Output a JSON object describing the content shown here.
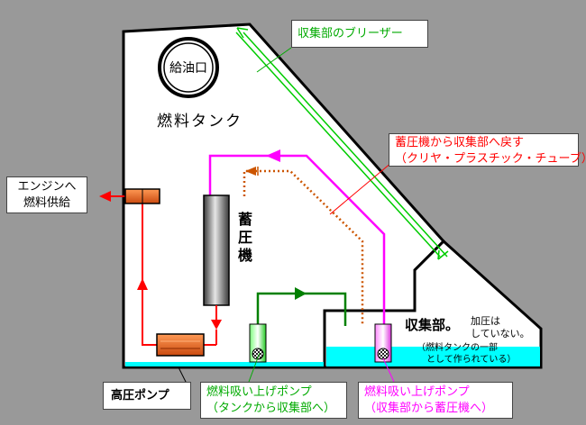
{
  "colors": {
    "background": "#999999",
    "tank_fill": "#ffffff",
    "tank_outline": "#000000",
    "fuel_level": "#00ffff",
    "supply_pipe": "#ff0000",
    "pump_pipe": "#008000",
    "return_pipe": "#ff00ff",
    "breather_pipe": "#00cc00",
    "orange_pipe": "#cc5500",
    "callout_red": "#ff0000",
    "callout_green": "#00aa00",
    "callout_magenta": "#ff00ff",
    "callout_orange": "#ff6600"
  },
  "tank": {
    "filler_cap": "給油口",
    "name": "燃料タンク",
    "accumulator": [
      "蓄",
      "圧",
      "機"
    ],
    "collector_title": "収集部。",
    "collector_note": [
      "加圧は",
      "していない。"
    ],
    "collector_sub": [
      "（燃料タンクの一部",
      "として作られている）"
    ]
  },
  "callouts": {
    "breather": "収集部のブリーザー",
    "return_tube": [
      "蓄圧機から収集部へ戻す",
      "（クリヤ・プラスチック・チューブ）"
    ],
    "engine_supply": [
      "エンジンへ",
      "燃料供給"
    ],
    "hp_pump": "高圧ポンプ",
    "lift_pump_1": [
      "燃料吸い上げポンプ",
      "（タンクから収集部へ）"
    ],
    "lift_pump_2": [
      "燃料吸い上げポンプ",
      "（収集部から蓄圧機へ）"
    ]
  }
}
